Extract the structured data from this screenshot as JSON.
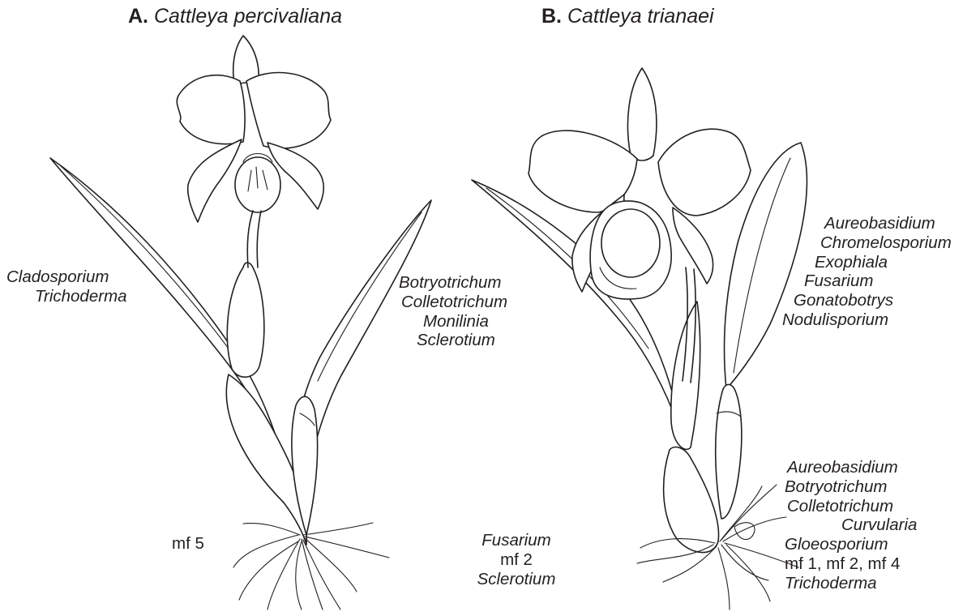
{
  "panel_a": {
    "letter": "A.",
    "species": "Cattleya percivaliana",
    "left_fungi": [
      "Cladosporium",
      "Trichoderma"
    ],
    "right_fungi": [
      "Botryotrichum",
      "Colletotrichum",
      "Monilinia",
      "Sclerotium"
    ],
    "root_fungi": [
      "mf 5"
    ]
  },
  "panel_b": {
    "letter": "B.",
    "species": "Cattleya trianaei",
    "middle_fungi": [
      "Fusarium",
      "mf 2",
      "Sclerotium"
    ],
    "leaf_fungi": [
      "Aureobasidium",
      "Chromelosporium",
      "Exophiala",
      "Fusarium",
      "Gonatobotrys",
      "Nodulisporium"
    ],
    "root_fungi": [
      "Aureobasidium",
      "Botryotrichum",
      "Colletotrichum",
      "Curvularia",
      "Gloeosporium",
      "mf 1, mf 2, mf 4",
      "Trichoderma"
    ]
  },
  "colors": {
    "ink": "#231f20",
    "lip_shading": "#9a9a9a",
    "background": "#ffffff"
  }
}
